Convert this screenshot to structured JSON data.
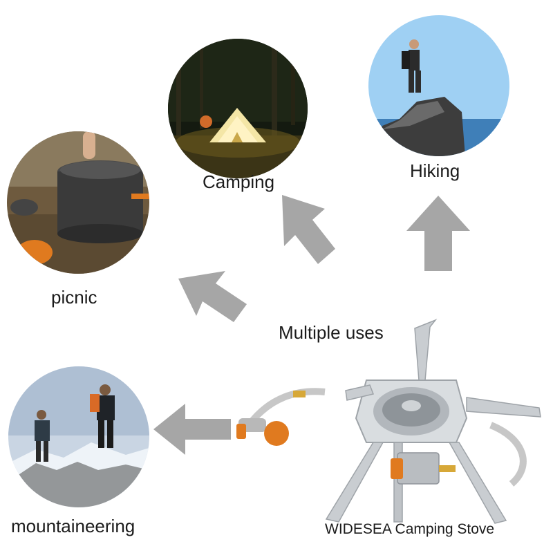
{
  "center_label": "Multiple uses",
  "product_caption": "WIDESEA Camping Stove",
  "uses": [
    {
      "id": "camping",
      "label": "Camping"
    },
    {
      "id": "hiking",
      "label": "Hiking"
    },
    {
      "id": "picnic",
      "label": "picnic"
    },
    {
      "id": "mountaineering",
      "label": "mountaineering"
    }
  ],
  "colors": {
    "arrow": "#a6a6a6",
    "text": "#1b1b1b",
    "accent_orange": "#e07a1f",
    "steel": "#c9cdd1"
  }
}
